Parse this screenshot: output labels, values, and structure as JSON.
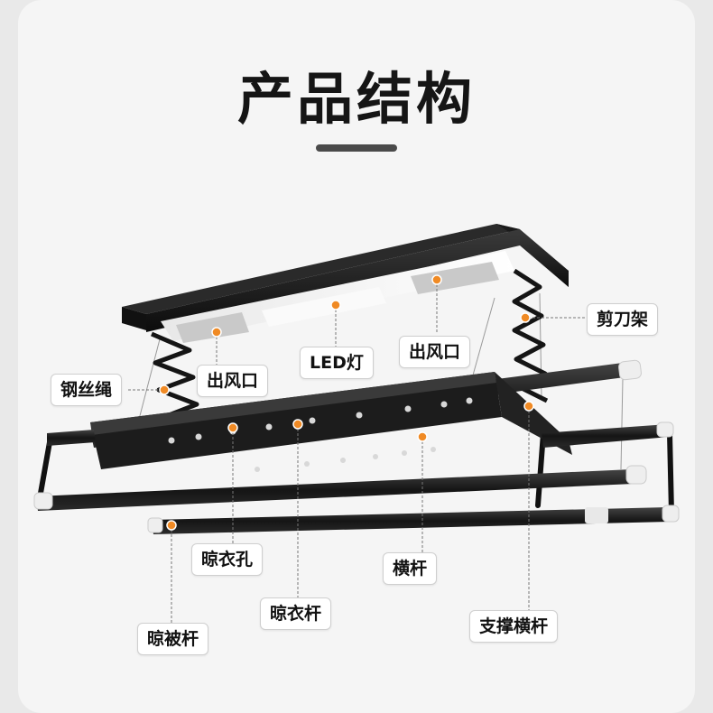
{
  "title": "产品结构",
  "labels": {
    "scissor_frame": "剪刀架",
    "air_outlet_left": "出风口",
    "led_light": "LED灯",
    "air_outlet_right": "出风口",
    "steel_wire_rope": "钢丝绳",
    "hanger_holes": "晾衣孔",
    "cross_bar": "横杆",
    "hanger_rod": "晾衣杆",
    "support_cross_bar": "支撑横杆",
    "quilt_rod": "晾被杆"
  },
  "colors": {
    "accent_dot": "#f08a24",
    "label_background": "#ffffff",
    "device_body": "#1a1a1a",
    "connector_line": "#777777"
  }
}
